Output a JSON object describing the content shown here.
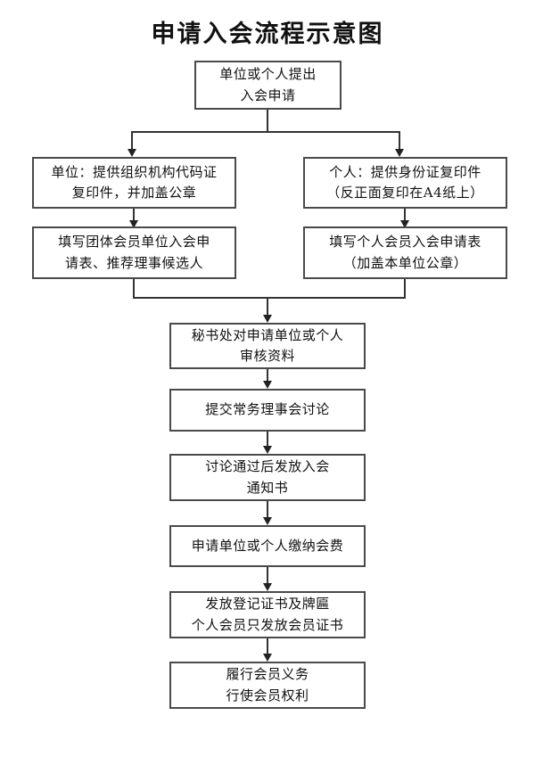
{
  "document": {
    "title": "申请入会流程示意图",
    "type": "flowchart",
    "orientation": "top-to-bottom"
  },
  "style": {
    "box_border_color": "#4a4a4a",
    "connector_color": "#333333",
    "background_color": "#ffffff",
    "text_color": "#111111"
  },
  "nodes": {
    "start": {
      "id": "start",
      "lines": [
        "单位或个人提出",
        "入会申请"
      ]
    },
    "unit_docs": {
      "id": "unit_docs",
      "lines": [
        "单位：提供组织机构代码证",
        "复印件，并加盖公章"
      ]
    },
    "person_docs": {
      "id": "person_docs",
      "lines": [
        "个人：提供身份证复印件",
        "（反正面复印在A4纸上）"
      ]
    },
    "unit_form": {
      "id": "unit_form",
      "lines": [
        "填写团体会员单位入会申",
        "请表、推荐理事候选人"
      ]
    },
    "person_form": {
      "id": "person_form",
      "lines": [
        "填写个人会员入会申请表",
        "（加盖本单位公章）"
      ]
    },
    "review": {
      "id": "review",
      "lines": [
        "秘书处对申请单位或个人",
        "审核资料"
      ]
    },
    "submit": {
      "id": "submit",
      "lines": [
        "提交常务理事会讨论"
      ]
    },
    "notice": {
      "id": "notice",
      "lines": [
        "讨论通过后发放入会",
        "通知书"
      ]
    },
    "fee": {
      "id": "fee",
      "lines": [
        "申请单位或个人缴纳会费"
      ]
    },
    "certificate": {
      "id": "certificate",
      "lines": [
        "发放登记证书及牌匾",
        "个人会员只发放会员证书"
      ]
    },
    "duties": {
      "id": "duties",
      "lines": [
        "履行会员义务",
        "行使会员权利"
      ]
    }
  },
  "edges": [
    {
      "from": "start",
      "to": "unit_docs",
      "kind": "split-left"
    },
    {
      "from": "start",
      "to": "person_docs",
      "kind": "split-right"
    },
    {
      "from": "unit_docs",
      "to": "unit_form",
      "kind": "straight"
    },
    {
      "from": "person_docs",
      "to": "person_form",
      "kind": "straight"
    },
    {
      "from": "unit_form",
      "to": "review",
      "kind": "merge-left"
    },
    {
      "from": "person_form",
      "to": "review",
      "kind": "merge-right"
    },
    {
      "from": "review",
      "to": "submit",
      "kind": "straight"
    },
    {
      "from": "submit",
      "to": "notice",
      "kind": "straight"
    },
    {
      "from": "notice",
      "to": "fee",
      "kind": "straight"
    },
    {
      "from": "fee",
      "to": "certificate",
      "kind": "straight"
    },
    {
      "from": "certificate",
      "to": "duties",
      "kind": "straight"
    }
  ]
}
